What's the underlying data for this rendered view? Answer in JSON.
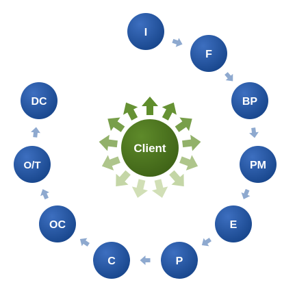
{
  "center": {
    "label": "Client",
    "color": "#4a6e1e"
  },
  "ring": [
    {
      "label": "I"
    },
    {
      "label": "F"
    },
    {
      "label": "BP"
    },
    {
      "label": "PM"
    },
    {
      "label": "E"
    },
    {
      "label": "P"
    },
    {
      "label": "C"
    },
    {
      "label": "OC"
    },
    {
      "label": "O/T"
    },
    {
      "label": "DC"
    }
  ],
  "colors": {
    "node": "#1e4f99",
    "connector": "#8ea9cf",
    "radial_dark": "#5f8d2c",
    "radial_light": "#d3e0b8"
  }
}
